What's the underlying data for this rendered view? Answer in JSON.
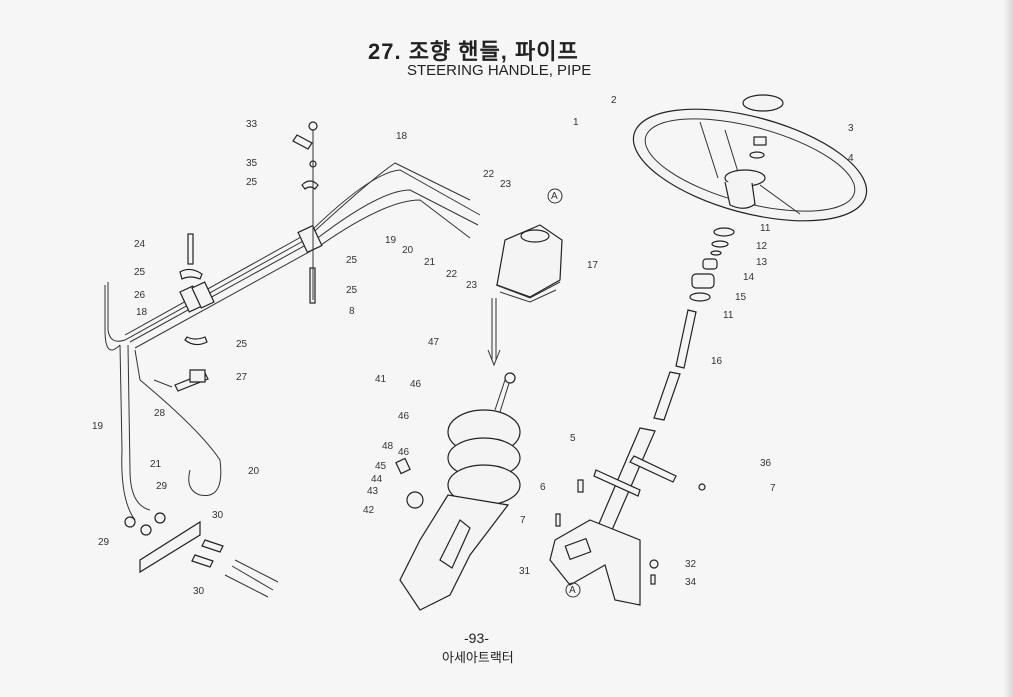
{
  "header": {
    "title_ko": "27. 조향 핸들, 파이프",
    "title_en": "STEERING HANDLE, PIPE"
  },
  "callouts": [
    "33",
    "35",
    "25",
    "18",
    "22",
    "23",
    "A",
    "24",
    "25",
    "25",
    "25",
    "8",
    "19",
    "20",
    "21",
    "22",
    "23",
    "17",
    "26",
    "18",
    "25",
    "27",
    "28",
    "47",
    "41",
    "46",
    "46",
    "48",
    "46",
    "45",
    "44",
    "43",
    "42",
    "19",
    "21",
    "20",
    "29",
    "29",
    "30",
    "30",
    "2",
    "1",
    "3",
    "4",
    "11",
    "12",
    "13",
    "14",
    "15",
    "11",
    "16",
    "5",
    "36",
    "6",
    "7",
    "7",
    "31",
    "A",
    "32",
    "34"
  ],
  "footer": {
    "page_number": "-93-",
    "publisher": "아세아트랙터"
  }
}
